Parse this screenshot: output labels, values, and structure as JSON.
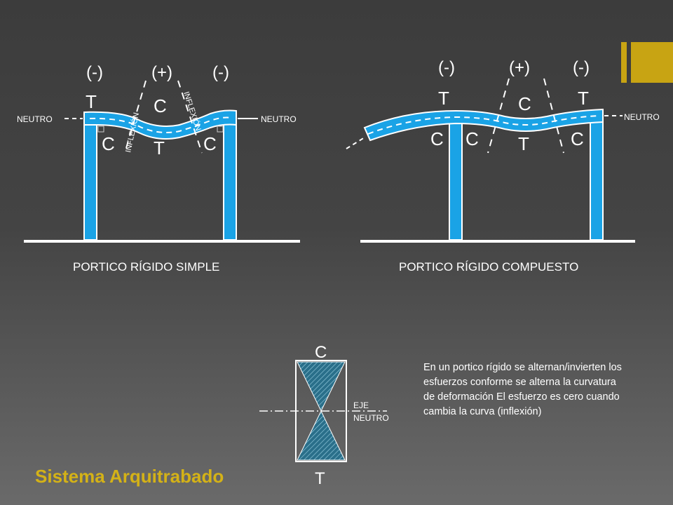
{
  "slide": {
    "title": "Sistema Arquitrabado",
    "accent_color": "#c8a413",
    "title_color": "#d4b217"
  },
  "frame_simple": {
    "caption": "PORTICO RÍGIDO  SIMPLE",
    "signs": [
      "(-)",
      "(+)",
      "(-)"
    ],
    "neutro_left": "NEUTRO",
    "neutro_right": "NEUTRO",
    "top_labels": {
      "left": "T",
      "center": "C"
    },
    "bottom_labels": {
      "left": "C",
      "center": "T",
      "right": "C"
    },
    "inflexion_left": "INFLEXIÓN",
    "inflexion_right": "INFLEXIÓN"
  },
  "frame_compuesto": {
    "caption": "PORTICO RÍGIDO  COMPUESTO",
    "signs": [
      "(-)",
      "(+)",
      "(-)"
    ],
    "neutro_right": "NEUTRO",
    "top_labels": {
      "left": "T",
      "center": "C",
      "right": "T"
    },
    "bottom_labels": {
      "c1": "C",
      "c2": "C",
      "center": "T",
      "c3": "C"
    }
  },
  "section_diagram": {
    "top_label": "C",
    "bottom_label": "T",
    "axis_label_1": "EJE",
    "axis_label_2": "NEUTRO"
  },
  "note": "En un portico rígido se alternan/invierten los esfuerzos conforme se alterna la curvatura de deformación  El esfuerzo es cero cuando cambia la curva (inflexión)",
  "colors": {
    "member_fill": "#1aa3e6",
    "member_outline": "#ffffff",
    "hatch": "#1e6f8f"
  }
}
